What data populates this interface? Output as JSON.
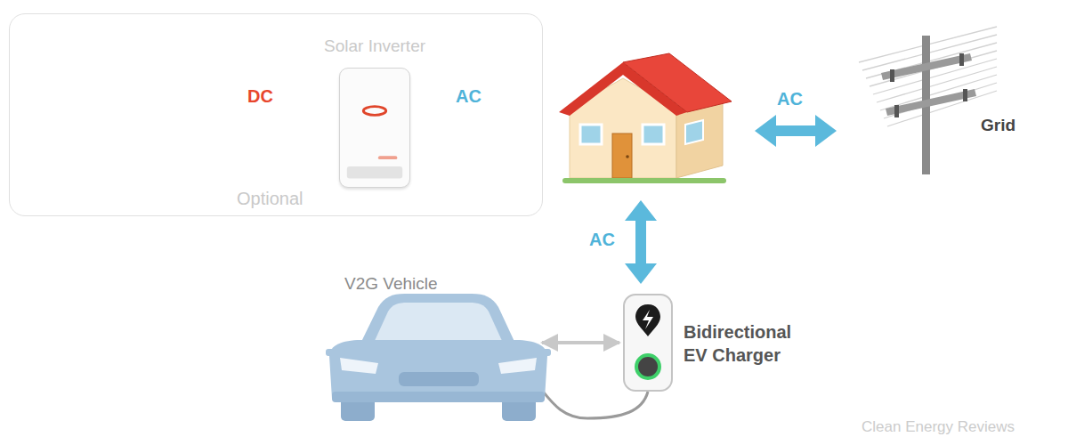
{
  "diagram": {
    "nodes": [
      {
        "text": [
          "Optional"
        ]
      },
      {
        "text": [
          "Solar Inverter"
        ],
        "in": 0
      },
      {
        "text": [
          "Grid"
        ]
      },
      {
        "text": [
          "V2G Vehicle"
        ]
      },
      {
        "text": [
          "Bidirectional EV Charger"
        ]
      }
    ],
    "edges": [
      {
        "from": 3,
        "to": 4,
        "arrow": "both"
      }
    ],
    "labels": [
      "DC",
      "AC",
      "AC",
      "AC",
      "Clean Energy Reviews"
    ]
  }
}
